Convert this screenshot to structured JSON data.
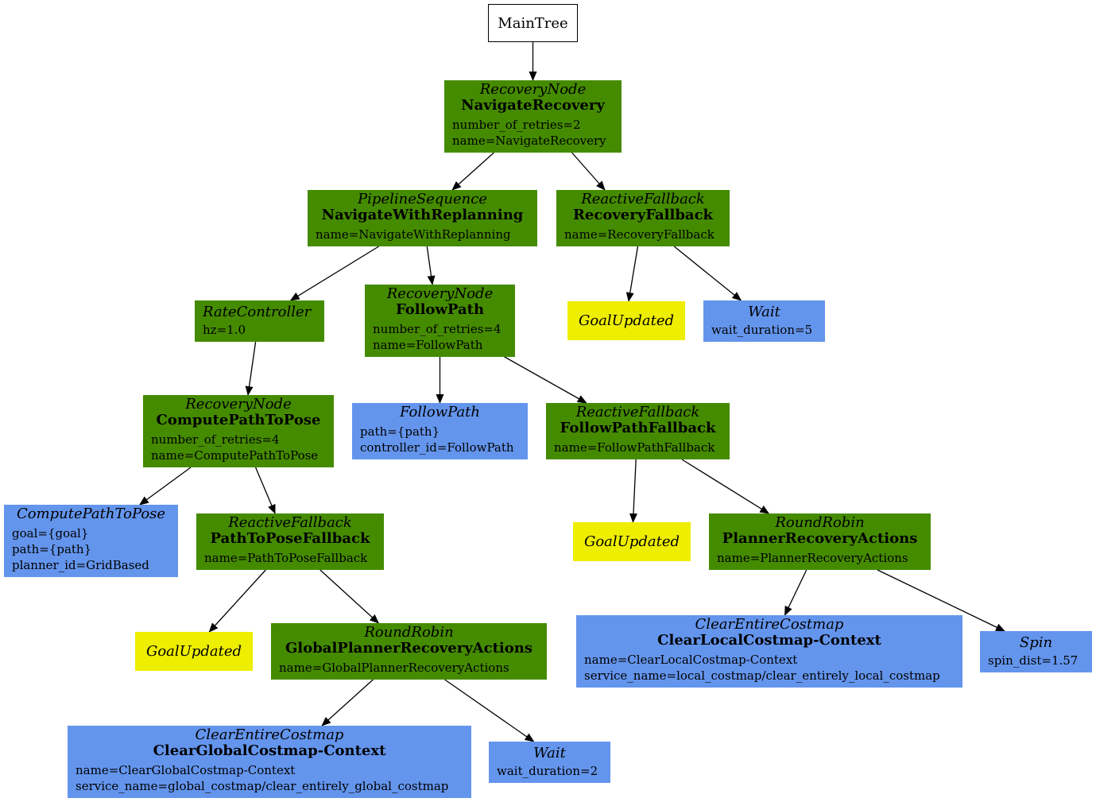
{
  "nodes": {
    "root": {
      "label": "MainTree"
    },
    "navigate_recovery": {
      "type": "RecoveryNode",
      "name": "NavigateRecovery",
      "params": [
        "number_of_retries=2",
        "name=NavigateRecovery"
      ]
    },
    "navigate_with_replanning": {
      "type": "PipelineSequence",
      "name": "NavigateWithReplanning",
      "params": [
        "name=NavigateWithReplanning"
      ]
    },
    "recovery_fallback": {
      "type": "ReactiveFallback",
      "name": "RecoveryFallback",
      "params": [
        "name=RecoveryFallback"
      ]
    },
    "rate_controller": {
      "type": "RateController",
      "params": [
        "hz=1.0"
      ]
    },
    "follow_path_recovery": {
      "type": "RecoveryNode",
      "name": "FollowPath",
      "params": [
        "number_of_retries=4",
        "name=FollowPath"
      ]
    },
    "goal_updated_1": {
      "type": "GoalUpdated"
    },
    "wait_1": {
      "type": "Wait",
      "params": [
        "wait_duration=5"
      ]
    },
    "compute_path_recovery": {
      "type": "RecoveryNode",
      "name": "ComputePathToPose",
      "params": [
        "number_of_retries=4",
        "name=ComputePathToPose"
      ]
    },
    "follow_path_action": {
      "type": "FollowPath",
      "params": [
        "path={path}",
        "controller_id=FollowPath"
      ]
    },
    "follow_path_fallback": {
      "type": "ReactiveFallback",
      "name": "FollowPathFallback",
      "params": [
        "name=FollowPathFallback"
      ]
    },
    "compute_path_action": {
      "type": "ComputePathToPose",
      "params": [
        "goal={goal}",
        "path={path}",
        "planner_id=GridBased"
      ]
    },
    "path_to_pose_fallback": {
      "type": "ReactiveFallback",
      "name": "PathToPoseFallback",
      "params": [
        "name=PathToPoseFallback"
      ]
    },
    "goal_updated_2": {
      "type": "GoalUpdated"
    },
    "planner_recovery_actions": {
      "type": "RoundRobin",
      "name": "PlannerRecoveryActions",
      "params": [
        "name=PlannerRecoveryActions"
      ]
    },
    "goal_updated_3": {
      "type": "GoalUpdated"
    },
    "global_planner_recovery_actions": {
      "type": "RoundRobin",
      "name": "GlobalPlannerRecoveryActions",
      "params": [
        "name=GlobalPlannerRecoveryActions"
      ]
    },
    "clear_local_costmap": {
      "type": "ClearEntireCostmap",
      "name": "ClearLocalCostmap-Context",
      "params": [
        "name=ClearLocalCostmap-Context",
        "service_name=local_costmap/clear_entirely_local_costmap"
      ]
    },
    "spin": {
      "type": "Spin",
      "params": [
        "spin_dist=1.57"
      ]
    },
    "clear_global_costmap": {
      "type": "ClearEntireCostmap",
      "name": "ClearGlobalCostmap-Context",
      "params": [
        "name=ClearGlobalCostmap-Context",
        "service_name=global_costmap/clear_entirely_global_costmap"
      ]
    },
    "wait_2": {
      "type": "Wait",
      "params": [
        "wait_duration=2"
      ]
    }
  },
  "edges": [
    [
      "root",
      "navigate_recovery"
    ],
    [
      "navigate_recovery",
      "navigate_with_replanning"
    ],
    [
      "navigate_recovery",
      "recovery_fallback"
    ],
    [
      "navigate_with_replanning",
      "rate_controller"
    ],
    [
      "navigate_with_replanning",
      "follow_path_recovery"
    ],
    [
      "recovery_fallback",
      "goal_updated_1"
    ],
    [
      "recovery_fallback",
      "wait_1"
    ],
    [
      "rate_controller",
      "compute_path_recovery"
    ],
    [
      "follow_path_recovery",
      "follow_path_action"
    ],
    [
      "follow_path_recovery",
      "follow_path_fallback"
    ],
    [
      "compute_path_recovery",
      "compute_path_action"
    ],
    [
      "compute_path_recovery",
      "path_to_pose_fallback"
    ],
    [
      "path_to_pose_fallback",
      "goal_updated_2"
    ],
    [
      "path_to_pose_fallback",
      "global_planner_recovery_actions"
    ],
    [
      "follow_path_fallback",
      "goal_updated_3"
    ],
    [
      "follow_path_fallback",
      "planner_recovery_actions"
    ],
    [
      "global_planner_recovery_actions",
      "clear_global_costmap"
    ],
    [
      "global_planner_recovery_actions",
      "wait_2"
    ],
    [
      "planner_recovery_actions",
      "clear_local_costmap"
    ],
    [
      "planner_recovery_actions",
      "spin"
    ]
  ],
  "colors": {
    "control": "#458b00",
    "action": "#6495ed",
    "condition": "#eeee00",
    "edge": "#000000"
  }
}
